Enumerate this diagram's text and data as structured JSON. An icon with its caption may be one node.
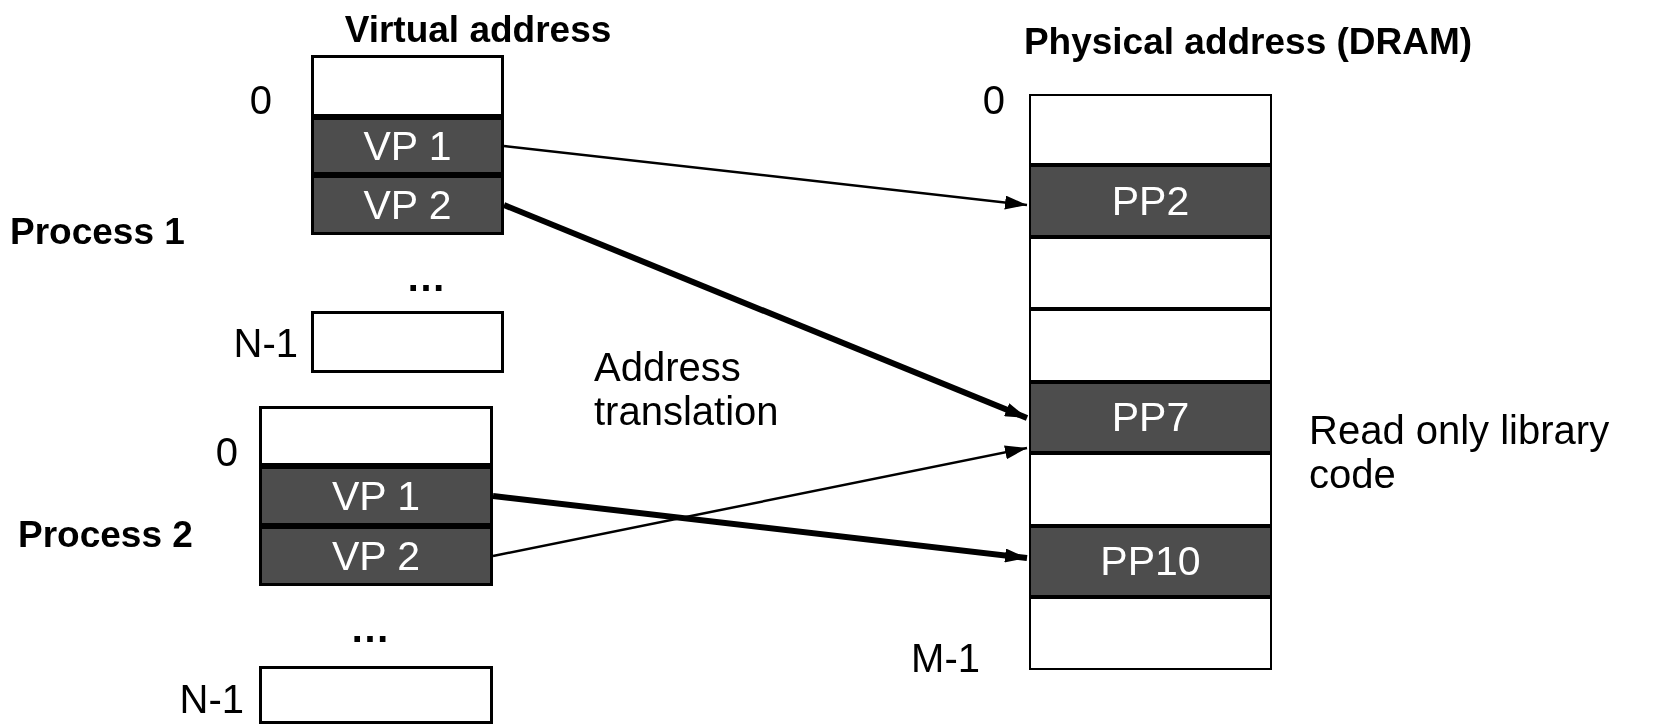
{
  "diagram": {
    "nodes": [
      {
        "text": [],
        "shape": "box"
      },
      {
        "text": [
          "VP 1"
        ]
      },
      {
        "text": [
          "VP 2"
        ]
      },
      {
        "text": [],
        "shape": "box"
      },
      {
        "text": [],
        "shape": "box"
      },
      {
        "text": [
          "VP 1"
        ]
      },
      {
        "text": [
          "VP 2"
        ]
      },
      {
        "text": [],
        "shape": "box"
      },
      {
        "text": [],
        "shape": "box"
      },
      {
        "text": [
          "PP2"
        ]
      },
      {
        "text": [],
        "shape": "box"
      },
      {
        "text": [],
        "shape": "box"
      },
      {
        "text": [
          "PP7"
        ]
      },
      {
        "text": [],
        "shape": "box"
      },
      {
        "text": [
          "PP10"
        ]
      },
      {
        "text": [],
        "shape": "box"
      }
    ],
    "edges": [
      {
        "from": 1,
        "to": 9,
        "arrow": "to"
      },
      {
        "from": 2,
        "to": 12,
        "arrow": "to",
        "style": "thick"
      },
      {
        "from": 5,
        "to": 14,
        "arrow": "to",
        "style": "thick"
      },
      {
        "from": 6,
        "to": 12,
        "arrow": "to"
      }
    ],
    "labels": [
      "Virtual address",
      "0",
      "Process 1",
      "…",
      "N-1",
      "0",
      "Process 2",
      "…",
      "N-1",
      "Physical address (DRAM)",
      "0",
      "Address translation",
      "Read only library code",
      "M-1"
    ]
  }
}
